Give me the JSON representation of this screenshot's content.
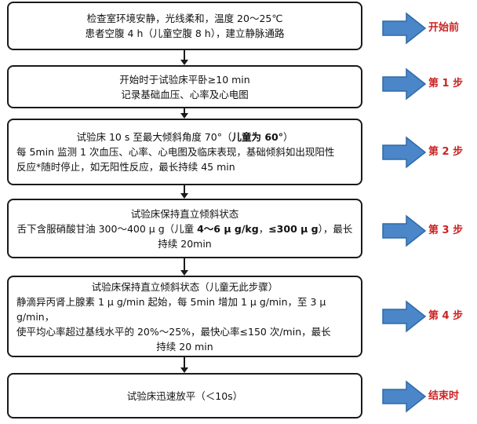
{
  "boxes": [
    {
      "lines": [
        "检查室环境安静，光线柔和，温度 20～25℃",
        "患者空腹 4 h（儿童空腹 8 h），建立静脉通路"
      ]
    },
    {
      "lines": [
        "开始时于试验床平卧≥10 min",
        "记录基础血压、心率及心电图"
      ]
    },
    {
      "l1a": "试验床 10 s 至最大倾斜角度 70°（",
      "l1b": "儿童为 60°",
      "l1c": "）",
      "l2": "每 5min 监测 1 次血压、心率、心电图及临床表现，基础倾斜如出现阳性",
      "l3": "反应*随时停止，如无阳性反应，最长持续 45 min"
    },
    {
      "l1": "试验床保持直立倾斜状态",
      "l2a": "舌下含服硝酸甘油 300～400 μ g（儿童 ",
      "l2b": "4～6 μ g/kg",
      "l2c": "，",
      "l2d": "≤300 μ g",
      "l2e": "），最长",
      "l3": "持续 20min"
    },
    {
      "lines": [
        "试验床保持直立倾斜状态（儿童无此步骤）",
        "静滴异丙肾上腺素 1 μ g/min 起始，每 5min 增加 1 μ g/min，至 3 μ g/min，",
        "使平均心率超过基线水平的 20%～25%，最快心率≤150 次/min，最长",
        "持续 20 min"
      ]
    },
    {
      "lines": [
        "试验床迅速放平（＜10s）"
      ]
    }
  ],
  "steps": [
    "开始前",
    "第 1 步",
    "第 2 步",
    "第 3 步",
    "第 4 步",
    "结束时"
  ],
  "colors": {
    "arrow": "#4a86c8",
    "arrow_edge": "#2f6aa8",
    "label": "#cc2222",
    "border": "#1a1a1a"
  }
}
